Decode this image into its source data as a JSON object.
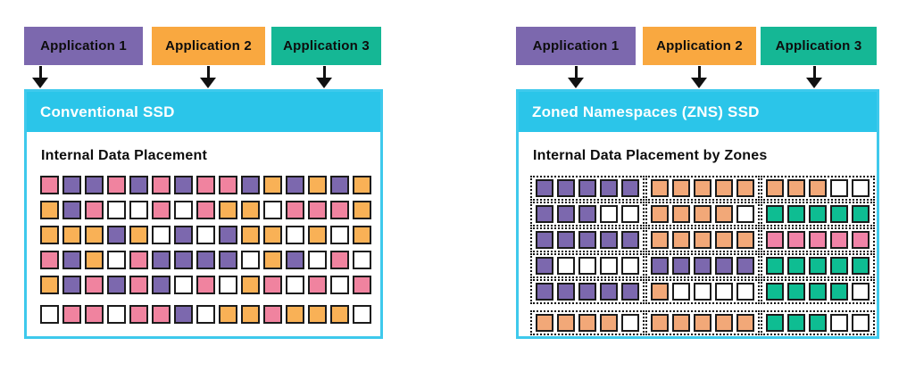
{
  "applications": [
    {
      "label": "Application 1",
      "color": "#7c68ae"
    },
    {
      "label": "Application 2",
      "color": "#f9a840"
    },
    {
      "label": "Application 3",
      "color": "#15b795"
    }
  ],
  "palette": {
    "header_cyan": "#2bc5e9",
    "panel_border": "#3ec9ec",
    "cell_border": "#1b1b1b",
    "arrow_black": "#111111",
    "left_cells": {
      "purple": "#7c68ae",
      "orange": "#f9b156",
      "pink": "#f0839f",
      "white": "#ffffff"
    },
    "right_cells": {
      "purple": "#7c68ae",
      "orange": "#f2a878",
      "pink": "#f183a7",
      "teal": "#0ebd92",
      "white": "#ffffff"
    }
  },
  "left_panel": {
    "header_label": "Conventional SSD",
    "body_title": "Internal Data Placement",
    "grid_rows": [
      [
        "pink",
        "purple",
        "purple",
        "pink",
        "purple",
        "pink",
        "purple",
        "pink",
        "pink",
        "purple",
        "orange",
        "purple",
        "orange",
        "purple",
        "orange"
      ],
      [
        "orange",
        "purple",
        "pink",
        "white",
        "white",
        "pink",
        "white",
        "pink",
        "orange",
        "orange",
        "white",
        "pink",
        "pink",
        "pink",
        "orange"
      ],
      [
        "orange",
        "orange",
        "orange",
        "purple",
        "orange",
        "white",
        "purple",
        "white",
        "purple",
        "orange",
        "orange",
        "white",
        "orange",
        "white",
        "orange"
      ],
      [
        "pink",
        "purple",
        "orange",
        "white",
        "pink",
        "purple",
        "purple",
        "purple",
        "purple",
        "white",
        "orange",
        "purple",
        "white",
        "pink",
        "white"
      ],
      [
        "orange",
        "purple",
        "pink",
        "purple",
        "pink",
        "purple",
        "white",
        "pink",
        "white",
        "orange",
        "pink",
        "white",
        "pink",
        "white",
        "pink"
      ],
      [
        "white",
        "pink",
        "pink",
        "white",
        "pink",
        "pink",
        "purple",
        "white",
        "orange",
        "orange",
        "pink",
        "orange",
        "orange",
        "orange",
        "white"
      ]
    ]
  },
  "right_panel": {
    "header_label": "Zoned Namespaces (ZNS) SSD",
    "body_title": "Internal Data Placement by Zones",
    "zone_rows": [
      [
        [
          "purple",
          "purple",
          "purple",
          "purple",
          "purple"
        ],
        [
          "orange",
          "orange",
          "orange",
          "orange",
          "orange"
        ],
        [
          "orange",
          "orange",
          "orange",
          "white",
          "white"
        ]
      ],
      [
        [
          "purple",
          "purple",
          "purple",
          "white",
          "white"
        ],
        [
          "orange",
          "orange",
          "orange",
          "orange",
          "white"
        ],
        [
          "teal",
          "teal",
          "teal",
          "teal",
          "teal"
        ]
      ],
      [
        [
          "purple",
          "purple",
          "purple",
          "purple",
          "purple"
        ],
        [
          "orange",
          "orange",
          "orange",
          "orange",
          "orange"
        ],
        [
          "pink",
          "pink",
          "pink",
          "pink",
          "pink"
        ]
      ],
      [
        [
          "purple",
          "white",
          "white",
          "white",
          "white"
        ],
        [
          "purple",
          "purple",
          "purple",
          "purple",
          "purple"
        ],
        [
          "teal",
          "teal",
          "teal",
          "teal",
          "teal"
        ]
      ],
      [
        [
          "purple",
          "purple",
          "purple",
          "purple",
          "purple"
        ],
        [
          "orange",
          "white",
          "white",
          "white",
          "white"
        ],
        [
          "teal",
          "teal",
          "teal",
          "teal",
          "white"
        ]
      ],
      [
        [
          "orange",
          "orange",
          "orange",
          "orange",
          "white"
        ],
        [
          "orange",
          "orange",
          "orange",
          "orange",
          "orange"
        ],
        [
          "teal",
          "teal",
          "teal",
          "white",
          "white"
        ]
      ]
    ]
  }
}
